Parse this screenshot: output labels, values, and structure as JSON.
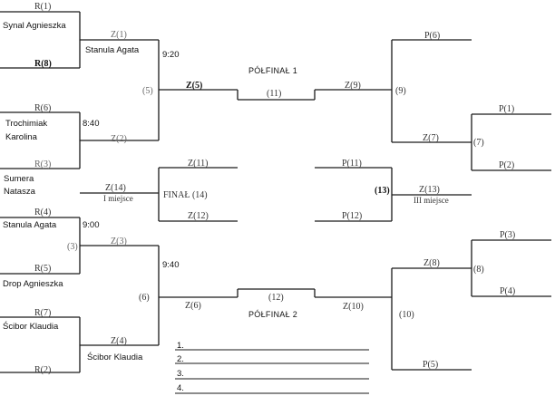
{
  "players": {
    "synal": "Synal Agnieszka",
    "stanula_r1": "Stanula Agata",
    "trochimiak_1": "Trochimiak",
    "trochimiak_2": "Karolina",
    "sumera_1": "Sumera",
    "sumera_2": "Natasza",
    "stanula": "Stanula Agata",
    "drop": "Drop Agnieszka",
    "scibor": "Ścibor Klaudia",
    "scibor_r2": "Ścibor Klaudia"
  },
  "times": {
    "t920": "9:20",
    "t840": "8:40",
    "t900": "9:00",
    "t940": "9:40"
  },
  "slots": {
    "r1": "R(1)",
    "r8": "R(8)",
    "r6": "R(6)",
    "r3": "R(3)",
    "r4": "R(4)",
    "r5": "R(5)",
    "r7": "R(7)",
    "r2": "R(2)",
    "z1": "Z(1)",
    "z2": "Z(2)",
    "z3": "Z(3)",
    "z4": "Z(4)",
    "m5": "(5)",
    "z5": "Z(5)",
    "m6": "(6)",
    "z6": "Z(6)",
    "m11": "(11)",
    "m12": "(12)",
    "z9": "Z(9)",
    "m9": "(9)",
    "z10": "Z(10)",
    "m10": "(10)",
    "p6": "P(6)",
    "z7": "Z(7)",
    "m7": "(7)",
    "p1": "P(1)",
    "p2": "P(2)",
    "z8": "Z(8)",
    "m8": "(8)",
    "p3": "P(3)",
    "p4": "P(4)",
    "p5": "P(5)",
    "z11": "Z(11)",
    "z12": "Z(12)",
    "z14": "Z(14)",
    "p11": "P(11)",
    "p12": "P(12)",
    "m13": "(13)",
    "z13": "Z(13)",
    "m3": "(3)"
  },
  "rounds": {
    "polfinal1": "PÓŁFINAŁ 1",
    "polfinal2": "PÓŁFINAŁ 2",
    "final": "FINAŁ (14)",
    "first_place": "I miejsce",
    "third_place": "III miejsce"
  },
  "standings": [
    "1.",
    "2.",
    "3.",
    "4."
  ]
}
